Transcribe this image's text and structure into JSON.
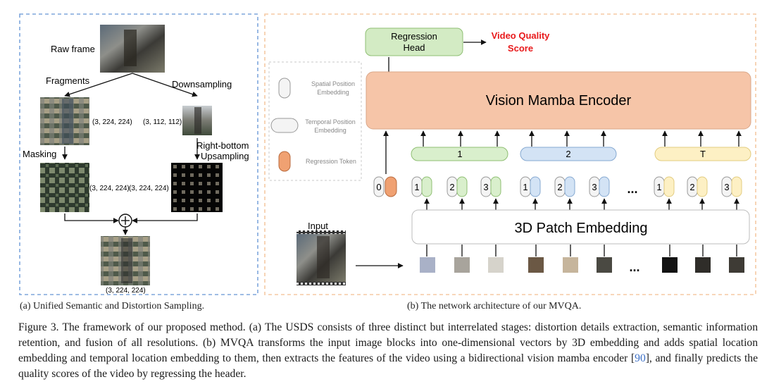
{
  "panel_a": {
    "labels": {
      "raw_frame": "Raw frame",
      "fragments": "Fragments",
      "downsampling": "Downsampling",
      "masking": "Masking",
      "right_bottom": "Right-bottom",
      "upsampling": "Upsampling",
      "shape_fragments": "(3, 224, 224)",
      "shape_down": "(3, 112, 112)",
      "shape_masked": "(3, 224, 224)",
      "shape_upsampled": "(3, 224, 224)",
      "shape_fused": "(3, 224, 224)"
    },
    "caption": "(a) Unified Semantic and Distortion Sampling."
  },
  "panel_b": {
    "regression_head_line1": "Regression",
    "regression_head_line2": "Head",
    "output_line1": "Video Quality",
    "output_line2": "Score",
    "encoder": "Vision Mamba Encoder",
    "patch_embedding": "3D Patch Embedding",
    "input": "Input",
    "legend": {
      "spatial_line1": "Spatial Position",
      "spatial_line2": "Embedding",
      "temporal_line1": "Temporal Position",
      "temporal_line2": "Embedding",
      "regression_token": "Regression Token"
    },
    "regression_token_index": "0",
    "temporal_groups": [
      "1",
      "2",
      "T"
    ],
    "spatial_indices": [
      "1",
      "2",
      "3"
    ],
    "ellipsis": "...",
    "colors": {
      "encoder": "#f6c5a8",
      "regression_head": "#d3ebc4",
      "score_text": "#e8191b",
      "group1": "#d9efcc",
      "group2": "#d3e3f5",
      "groupT": "#fdf0c4",
      "regression_token": "#f0a172",
      "dashed_left": "#7fa6dc",
      "dashed_right": "#f5c9a4"
    },
    "caption": "(b) The network architecture of our MVQA."
  },
  "figure_caption": {
    "part1": "Figure 3.  The framework of our proposed method.  (a) The USDS consists of three distinct but interrelated stages: distortion details extraction, semantic information retention, and fusion of all resolutions. (b) MVQA transforms the input image blocks into one-dimensional vectors by 3D embedding and adds spatial location embedding and temporal location embedding to them, then extracts the features of the video using a bidirectional vision mamba encoder [",
    "ref": "90",
    "part2": "], and finally predicts the quality scores of the video by regressing the header."
  }
}
